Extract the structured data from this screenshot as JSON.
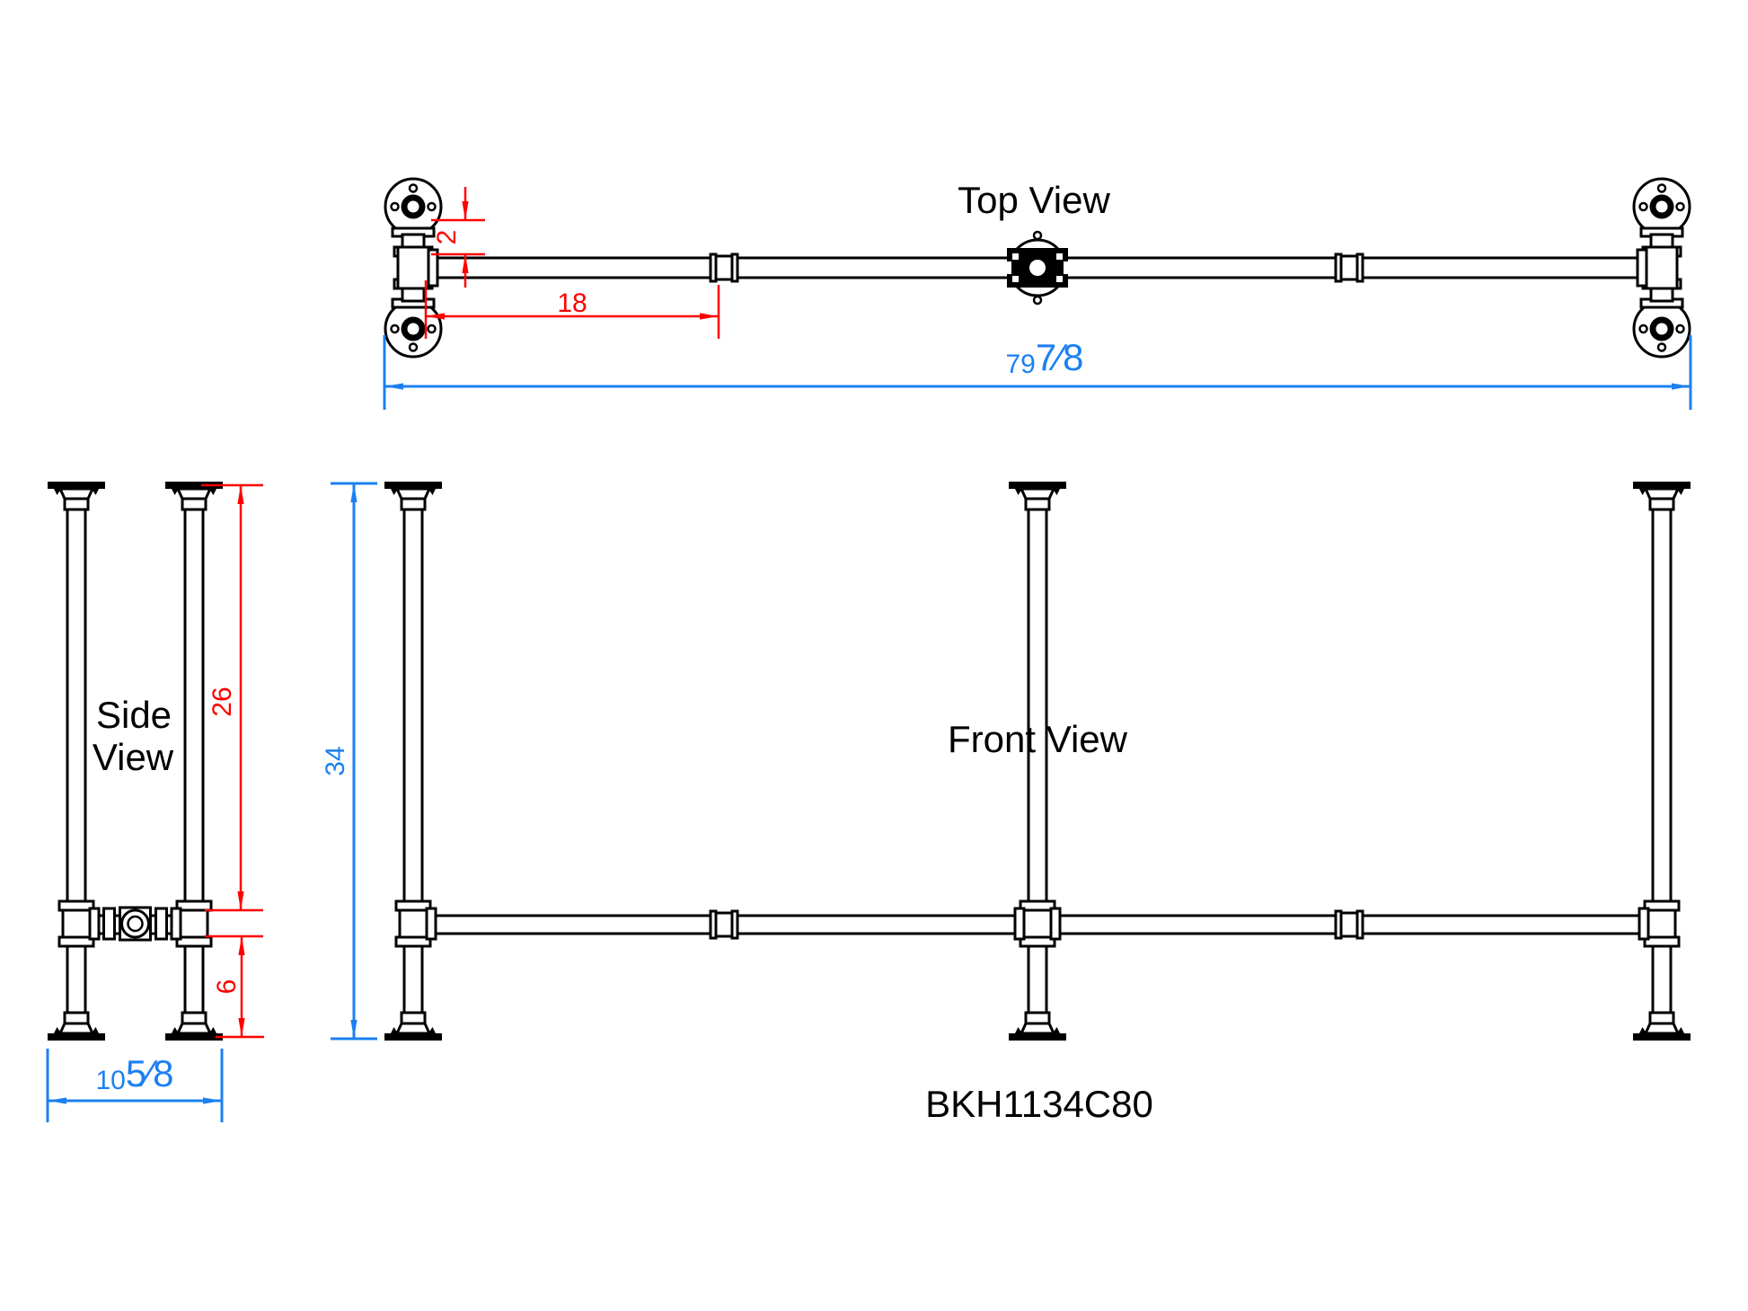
{
  "drawing": {
    "part_number": "BKH1134C80",
    "views": {
      "top": "Top View",
      "front": "Front View",
      "side_view_lines": [
        "Side",
        "View"
      ]
    },
    "dimensions": {
      "flange_offset": "2",
      "leg_inset": "18",
      "overall_length": {
        "whole": "79",
        "fraction": "7⁄8"
      },
      "leg_top_to_stretcher": "26",
      "stretcher_to_floor": "6",
      "overall_height": "34",
      "overall_depth": {
        "whole": "10",
        "fraction": "5⁄8"
      }
    },
    "colors": {
      "line": "#000000",
      "dim_red": "#ff0000",
      "dim_blue": "#1c80f2",
      "background": "#ffffff"
    }
  }
}
